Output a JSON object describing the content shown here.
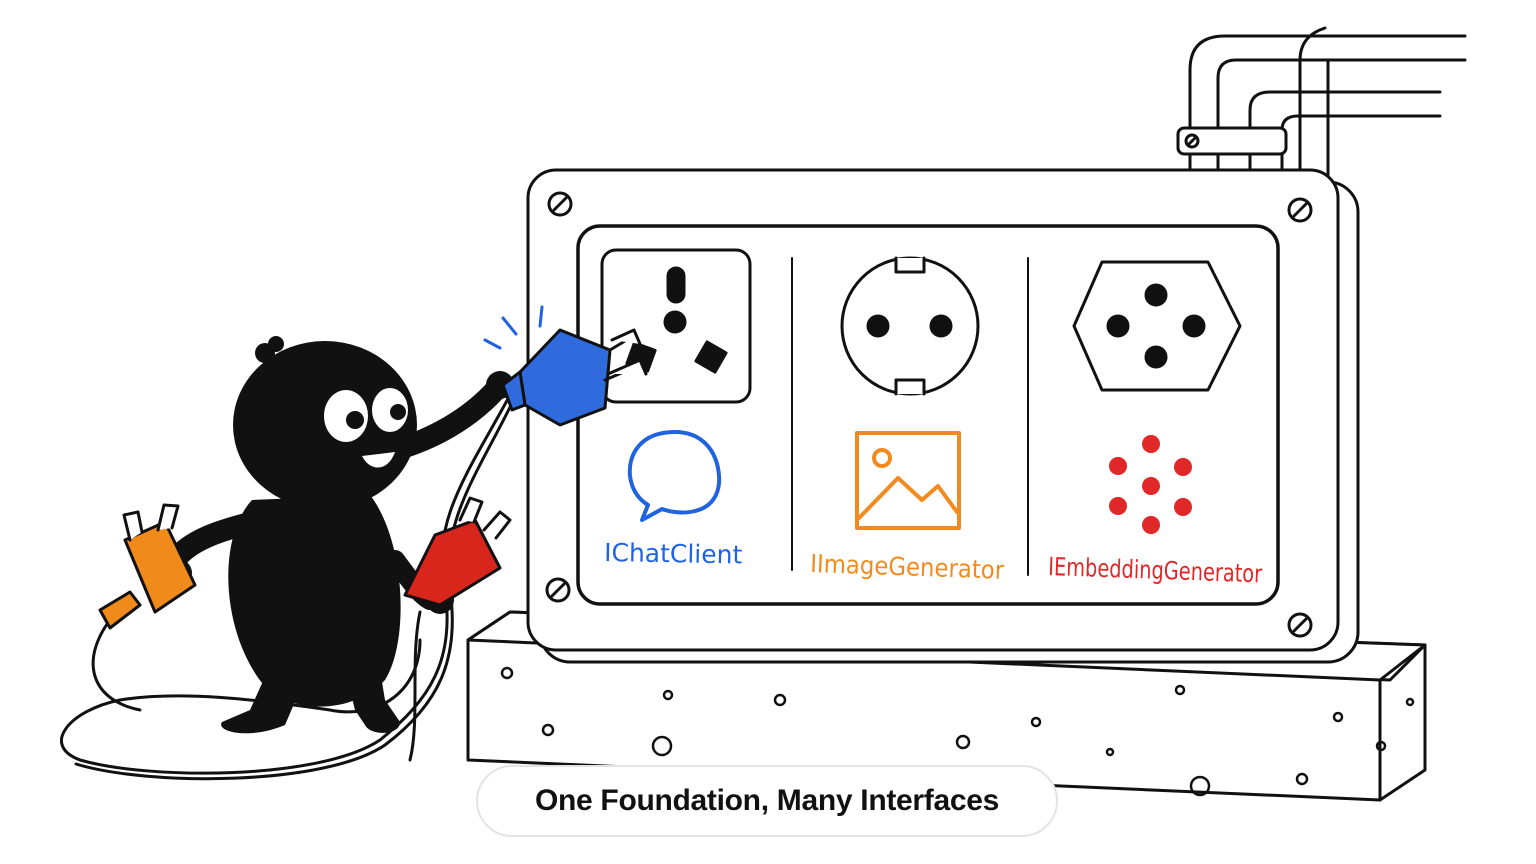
{
  "caption": "One Foundation, Many Interfaces",
  "sockets": [
    {
      "label": "IChatClient",
      "color": "#1f63e0",
      "icon": "chat-bubble-icon"
    },
    {
      "label": "IImageGenerator",
      "color": "#f28a1e",
      "icon": "image-icon"
    },
    {
      "label": "IEmbeddingGenerator",
      "color": "#e02828",
      "icon": "dots-cluster-icon"
    }
  ],
  "plugs": [
    {
      "name": "blue-plug",
      "color": "#2f6bdc"
    },
    {
      "name": "orange-plug",
      "color": "#f08a1a"
    },
    {
      "name": "red-plug",
      "color": "#d9261c"
    }
  ]
}
